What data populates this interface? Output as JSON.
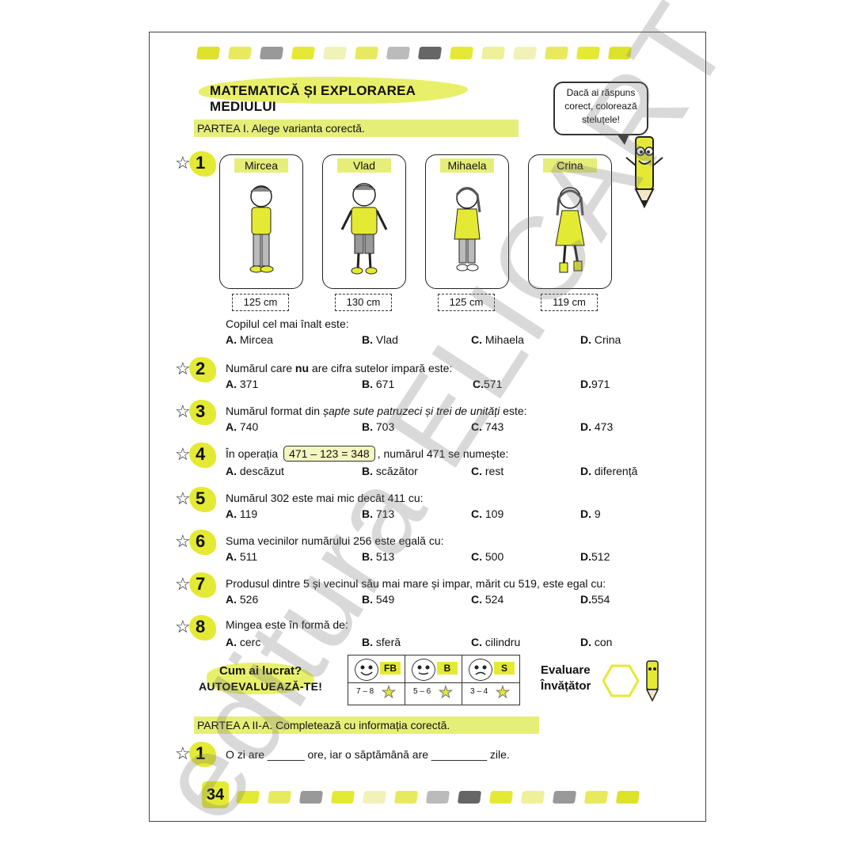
{
  "header": {
    "title": "MATEMATICĂ ȘI EXPLORAREA MEDIULUI",
    "bubble_line1": "Dacă ai răspuns",
    "bubble_line2": "corect, colorează",
    "bubble_line3": "steluțele!"
  },
  "part1": {
    "label": "PARTEA I. Alege varianta corectă.",
    "children": [
      {
        "name": "Mircea",
        "height": "125 cm"
      },
      {
        "name": "Vlad",
        "height": "130 cm"
      },
      {
        "name": "Mihaela",
        "height": "125 cm"
      },
      {
        "name": "Crina",
        "height": "119 cm"
      }
    ],
    "questions": [
      {
        "num": "1",
        "text": "Copilul cel mai înalt este:",
        "options": [
          [
            "A.",
            "Mircea"
          ],
          [
            "B.",
            "Vlad"
          ],
          [
            "C.",
            "Mihaela"
          ],
          [
            "D.",
            "Crina"
          ]
        ]
      },
      {
        "num": "2",
        "text_pre": "Numărul care ",
        "text_bold": "nu",
        "text_post": " are cifra sutelor impară este:",
        "options": [
          [
            "A.",
            "371"
          ],
          [
            "B.",
            "671"
          ],
          [
            "C.",
            "571"
          ],
          [
            "D.",
            "971"
          ]
        ]
      },
      {
        "num": "3",
        "text_pre": "Numărul format din ",
        "text_italic": "șapte sute patruzeci și trei de unități",
        "text_post": " este:",
        "options": [
          [
            "A.",
            "740"
          ],
          [
            "B.",
            "703"
          ],
          [
            "C.",
            "743"
          ],
          [
            "D.",
            "473"
          ]
        ]
      },
      {
        "num": "4",
        "text_pre": "În operația ",
        "text_box": "471 – 123 = 348",
        "text_post": ", numărul 471 se numește:",
        "options": [
          [
            "A.",
            "descăzut"
          ],
          [
            "B.",
            "scăzător"
          ],
          [
            "C.",
            "rest"
          ],
          [
            "D.",
            "diferență"
          ]
        ]
      },
      {
        "num": "5",
        "text": "Numărul 302 este mai mic decât 411 cu:",
        "options": [
          [
            "A.",
            "119"
          ],
          [
            "B.",
            "713"
          ],
          [
            "C.",
            "109"
          ],
          [
            "D.",
            "9"
          ]
        ]
      },
      {
        "num": "6",
        "text": "Suma vecinilor numărului 256 este egală cu:",
        "options": [
          [
            "A.",
            "511"
          ],
          [
            "B.",
            "513"
          ],
          [
            "C.",
            "500"
          ],
          [
            "D.",
            "512"
          ]
        ]
      },
      {
        "num": "7",
        "text": "Produsul dintre 5 și vecinul său mai mare și impar, mărit cu 519, este egal cu:",
        "options": [
          [
            "A.",
            "526"
          ],
          [
            "B.",
            "549"
          ],
          [
            "C.",
            "524"
          ],
          [
            "D.",
            "554"
          ]
        ]
      },
      {
        "num": "8",
        "text": "Mingea este în formă de:",
        "options": [
          [
            "A.",
            "cerc"
          ],
          [
            "B.",
            "sferă"
          ],
          [
            "C.",
            "cilindru"
          ],
          [
            "D.",
            "con"
          ]
        ]
      }
    ]
  },
  "self_eval": {
    "line1": "Cum ai lucrat?",
    "line2": "AUTOEVALUEAZĂ-TE!",
    "levels": [
      {
        "label": "FB",
        "range": "7 – 8"
      },
      {
        "label": "B",
        "range": "5 – 6"
      },
      {
        "label": "S",
        "range": "3 – 4"
      }
    ],
    "teacher_line1": "Evaluare",
    "teacher_line2": "Învățător"
  },
  "part2": {
    "label": "PARTEA A II-A. Completează cu informația corectă.",
    "q1_num": "1",
    "q1_text": "O zi are ______ ore, iar o săptămână are _________ zile."
  },
  "footer": {
    "page_number": "34"
  },
  "watermark": "editura ELICART",
  "colors": {
    "accent": "#e4ea33",
    "accent_light": "#e6ee7a",
    "gray": "#8a8a8a"
  }
}
